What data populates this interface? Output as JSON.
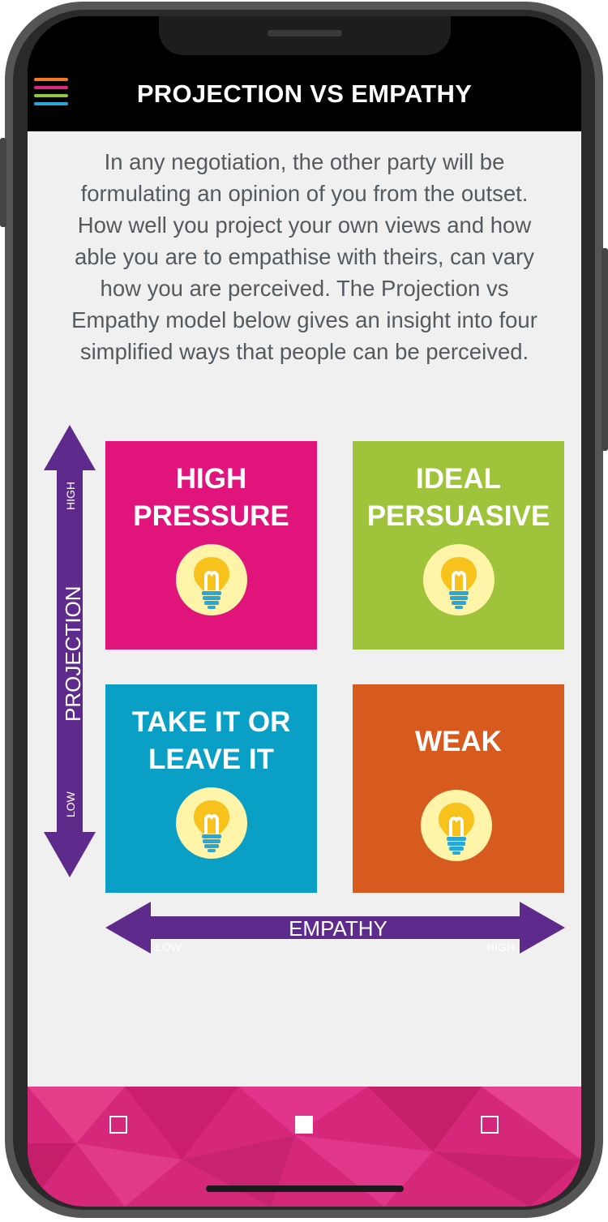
{
  "header": {
    "title": "PROJECTION VS EMPATHY",
    "menu_colors": [
      "#f27a21",
      "#e0287a",
      "#8fc641",
      "#2aa7d9"
    ]
  },
  "intro": "In any negotiation, the other party will be formulating an opinion of you from the outset. How well you project your own views and how able you are to empathise with theirs, can vary how you are perceived. The Projection vs Empathy model below gives an insight into four simplified ways that people can be perceived.",
  "matrix": {
    "y_axis": {
      "label": "PROJECTION",
      "high": "HIGH",
      "low": "LOW",
      "color": "#5e2a8c"
    },
    "x_axis": {
      "label": "EMPATHY",
      "low": "LOW",
      "high": "HIGH",
      "color": "#5e2a8c"
    },
    "quadrants": [
      {
        "line1": "HIGH",
        "line2": "PRESSURE",
        "color": "#e0147a"
      },
      {
        "line1": "IDEAL",
        "line2": "PERSUASIVE",
        "color": "#9fc43b"
      },
      {
        "line1": "TAKE IT OR",
        "line2": "LEAVE IT",
        "color": "#0aa0c6"
      },
      {
        "line1": "WEAK",
        "line2": "",
        "color": "#d75b1f"
      }
    ],
    "icon": "lightbulb-icon"
  },
  "bottom_nav": {
    "color": "#d6287a",
    "buttons": [
      "recent-apps-button",
      "home-button",
      "back-button"
    ]
  }
}
